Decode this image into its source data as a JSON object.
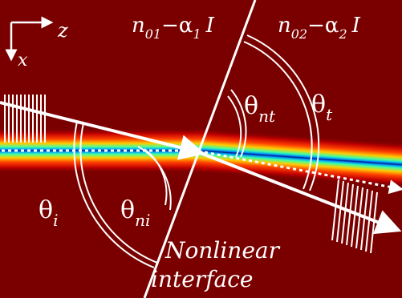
{
  "axes": {
    "z_label": "z",
    "x_label": "x"
  },
  "media": {
    "left": {
      "n": "n",
      "n_sub": "01",
      "minus": "−",
      "alpha": "α",
      "alpha_sub": "1",
      "intensity": "I"
    },
    "right": {
      "n": "n",
      "n_sub": "02",
      "minus": "−",
      "alpha": "α",
      "alpha_sub": "2",
      "intensity": "I"
    }
  },
  "angles": {
    "incident": {
      "symbol": "θ",
      "sub": "i"
    },
    "nonlinear_incident": {
      "symbol": "θ",
      "sub": "ni"
    },
    "nonlinear_transmitted": {
      "symbol": "θ",
      "sub": "nt"
    },
    "transmitted": {
      "symbol": "θ",
      "sub": "t"
    }
  },
  "interface_label": {
    "line1": "Nonlinear",
    "line2": "interface"
  },
  "colors": {
    "background": "#7a0000",
    "beam_core": "#001a8c",
    "lines": "#ffffff"
  }
}
